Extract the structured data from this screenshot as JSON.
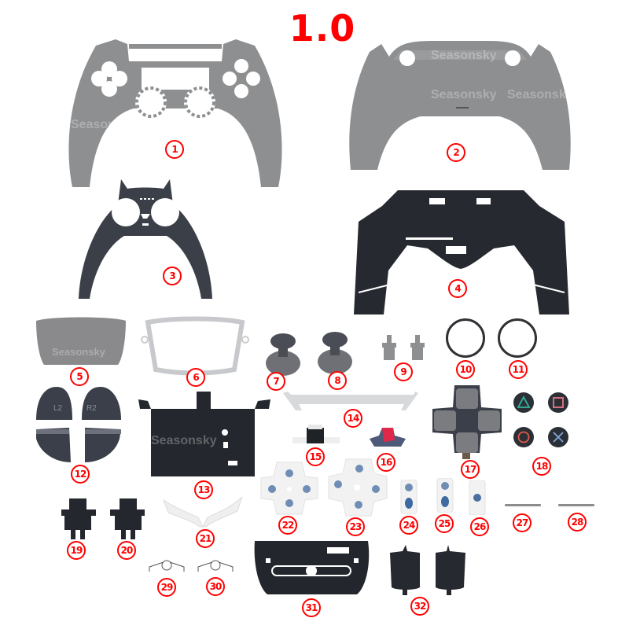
{
  "header": {
    "version_label": "1.0",
    "accent_color": "#ff0000"
  },
  "watermark": "Seasonsky",
  "parts": [
    {
      "id": "1",
      "label": "1",
      "name": "front shell (faceplate)",
      "color": "#8e8f91"
    },
    {
      "id": "2",
      "label": "2",
      "name": "back shell",
      "color": "#8e8f91"
    },
    {
      "id": "3",
      "label": "3",
      "name": "decorative trim strip",
      "color": "#3b3f47"
    },
    {
      "id": "4",
      "label": "4",
      "name": "inner frame bracket",
      "color": "#26292f"
    },
    {
      "id": "5",
      "label": "5",
      "name": "touchpad",
      "color": "#8a8a8c"
    },
    {
      "id": "6",
      "label": "6",
      "name": "touchpad frame",
      "color": "#e8e8ea"
    },
    {
      "id": "7",
      "label": "7",
      "name": "left thumbstick",
      "color": "#5a5d62"
    },
    {
      "id": "8",
      "label": "8",
      "name": "right thumbstick",
      "color": "#5a5d62"
    },
    {
      "id": "9",
      "label": "9",
      "name": "share / option buttons",
      "color": "#8e8f91"
    },
    {
      "id": "10",
      "label": "10",
      "name": "thumbstick ring (left)",
      "color": "#2f3135"
    },
    {
      "id": "11",
      "label": "11",
      "name": "thumbstick ring (right)",
      "color": "#2f3135"
    },
    {
      "id": "12",
      "label": "12",
      "name": "L1 L2 R1 R2 trigger buttons",
      "color": "#3a3f4a",
      "text": [
        "L2",
        "R2"
      ]
    },
    {
      "id": "13",
      "label": "13",
      "name": "battery bracket plate",
      "color": "#24272d"
    },
    {
      "id": "14",
      "label": "14",
      "name": "support bar",
      "color": "#d8d9db"
    },
    {
      "id": "15",
      "label": "15",
      "name": "home button",
      "color": "#1f2227"
    },
    {
      "id": "16",
      "label": "16",
      "name": "mute button",
      "color": "#e0294a"
    },
    {
      "id": "17",
      "label": "17",
      "name": "d-pad",
      "color": "#7a7c80"
    },
    {
      "id": "18",
      "label": "18",
      "name": "action buttons",
      "color": "#2b2f36",
      "symbols": [
        "triangle",
        "square",
        "circle",
        "cross"
      ],
      "symbol_colors": [
        "#2fb59d",
        "#e4788a",
        "#e25a4a",
        "#7fa8d8"
      ]
    },
    {
      "id": "19",
      "label": "19",
      "name": "left trigger motor bracket",
      "color": "#24272d"
    },
    {
      "id": "20",
      "label": "20",
      "name": "right trigger motor bracket",
      "color": "#24272d"
    },
    {
      "id": "21",
      "label": "21",
      "name": "light bar guide",
      "color": "#efefef"
    },
    {
      "id": "22",
      "label": "22",
      "name": "d-pad conductive rubber",
      "color": "#f2f2f2"
    },
    {
      "id": "23",
      "label": "23",
      "name": "action conductive rubber",
      "color": "#f2f2f2"
    },
    {
      "id": "24",
      "label": "24",
      "name": "L1 rubber pad",
      "color": "#f2f2f2"
    },
    {
      "id": "25",
      "label": "25",
      "name": "R1 rubber pad",
      "color": "#f2f2f2"
    },
    {
      "id": "26",
      "label": "26",
      "name": "home rubber pad",
      "color": "#f2f2f2"
    },
    {
      "id": "27",
      "label": "27",
      "name": "trigger rod (left)",
      "color": "#8c8c8c"
    },
    {
      "id": "28",
      "label": "28",
      "name": "trigger rod (right)",
      "color": "#8c8c8c"
    },
    {
      "id": "29",
      "label": "29",
      "name": "trigger spring (left)",
      "color": "#555555"
    },
    {
      "id": "30",
      "label": "30",
      "name": "trigger spring (right)",
      "color": "#555555"
    },
    {
      "id": "31",
      "label": "31",
      "name": "bottom bracket",
      "color": "#23262c"
    },
    {
      "id": "32",
      "label": "32",
      "name": "trigger motor covers",
      "color": "#26292f"
    }
  ]
}
